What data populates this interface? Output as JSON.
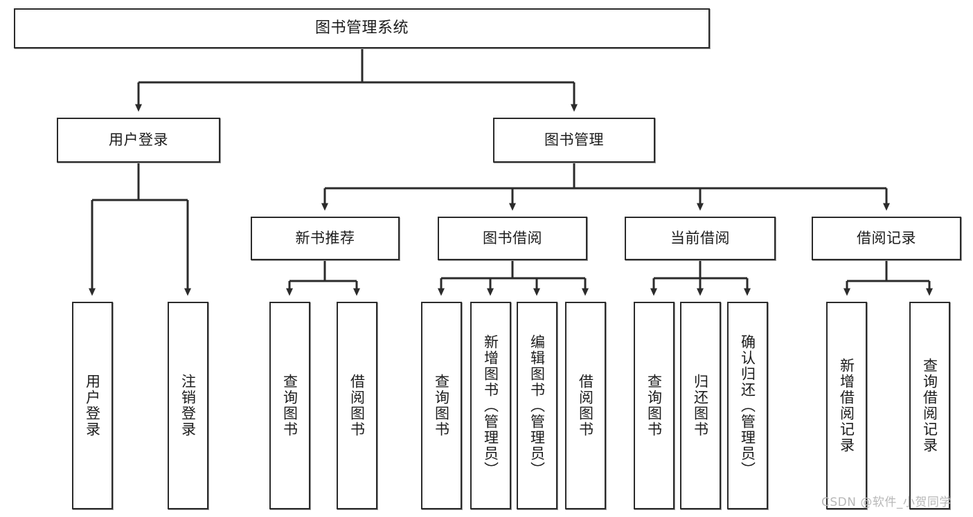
{
  "diagram": {
    "type": "tree-hierarchy",
    "title": "图书管理系统",
    "root": {
      "id": "root",
      "label": "图书管理系统"
    },
    "level2": [
      {
        "id": "user-login",
        "label": "用户登录"
      },
      {
        "id": "book-manage",
        "label": "图书管理"
      }
    ],
    "level3": [
      {
        "id": "new-book-recommend",
        "label": "新书推荐",
        "parent": "book-manage"
      },
      {
        "id": "book-borrow",
        "label": "图书借阅",
        "parent": "book-manage"
      },
      {
        "id": "current-borrow",
        "label": "当前借阅",
        "parent": "book-manage"
      },
      {
        "id": "borrow-record",
        "label": "借阅记录",
        "parent": "book-manage"
      }
    ],
    "leaves": [
      {
        "id": "leaf-user-login",
        "label": "用户登录",
        "parent": "user-login"
      },
      {
        "id": "leaf-logout",
        "label": "注销登录",
        "parent": "user-login"
      },
      {
        "id": "leaf-query-book-1",
        "label": "查询图书",
        "parent": "new-book-recommend"
      },
      {
        "id": "leaf-borrow-book-1",
        "label": "借阅图书",
        "parent": "new-book-recommend"
      },
      {
        "id": "leaf-query-book-2",
        "label": "查询图书",
        "parent": "book-borrow"
      },
      {
        "id": "leaf-add-book",
        "label": "新增图书（管理员）",
        "parent": "book-borrow"
      },
      {
        "id": "leaf-edit-book",
        "label": "编辑图书（管理员）",
        "parent": "book-borrow"
      },
      {
        "id": "leaf-borrow-book-2",
        "label": "借阅图书",
        "parent": "book-borrow"
      },
      {
        "id": "leaf-query-book-3",
        "label": "查询图书",
        "parent": "current-borrow"
      },
      {
        "id": "leaf-return-book",
        "label": "归还图书",
        "parent": "current-borrow"
      },
      {
        "id": "leaf-confirm-return",
        "label": "确认归还（管理员）",
        "parent": "current-borrow"
      },
      {
        "id": "leaf-add-record",
        "label": "新增借阅记录",
        "parent": "borrow-record"
      },
      {
        "id": "leaf-query-record",
        "label": "查询借阅记录",
        "parent": "borrow-record"
      }
    ],
    "colors": {
      "stroke": "#2b2b2b",
      "fill": "#ffffff",
      "text": "#1c1c1c",
      "shadow": "#9a9a9a",
      "watermark": "#b8b8b8"
    }
  },
  "watermark": {
    "text": "CSDN @软件_小贺同学"
  }
}
